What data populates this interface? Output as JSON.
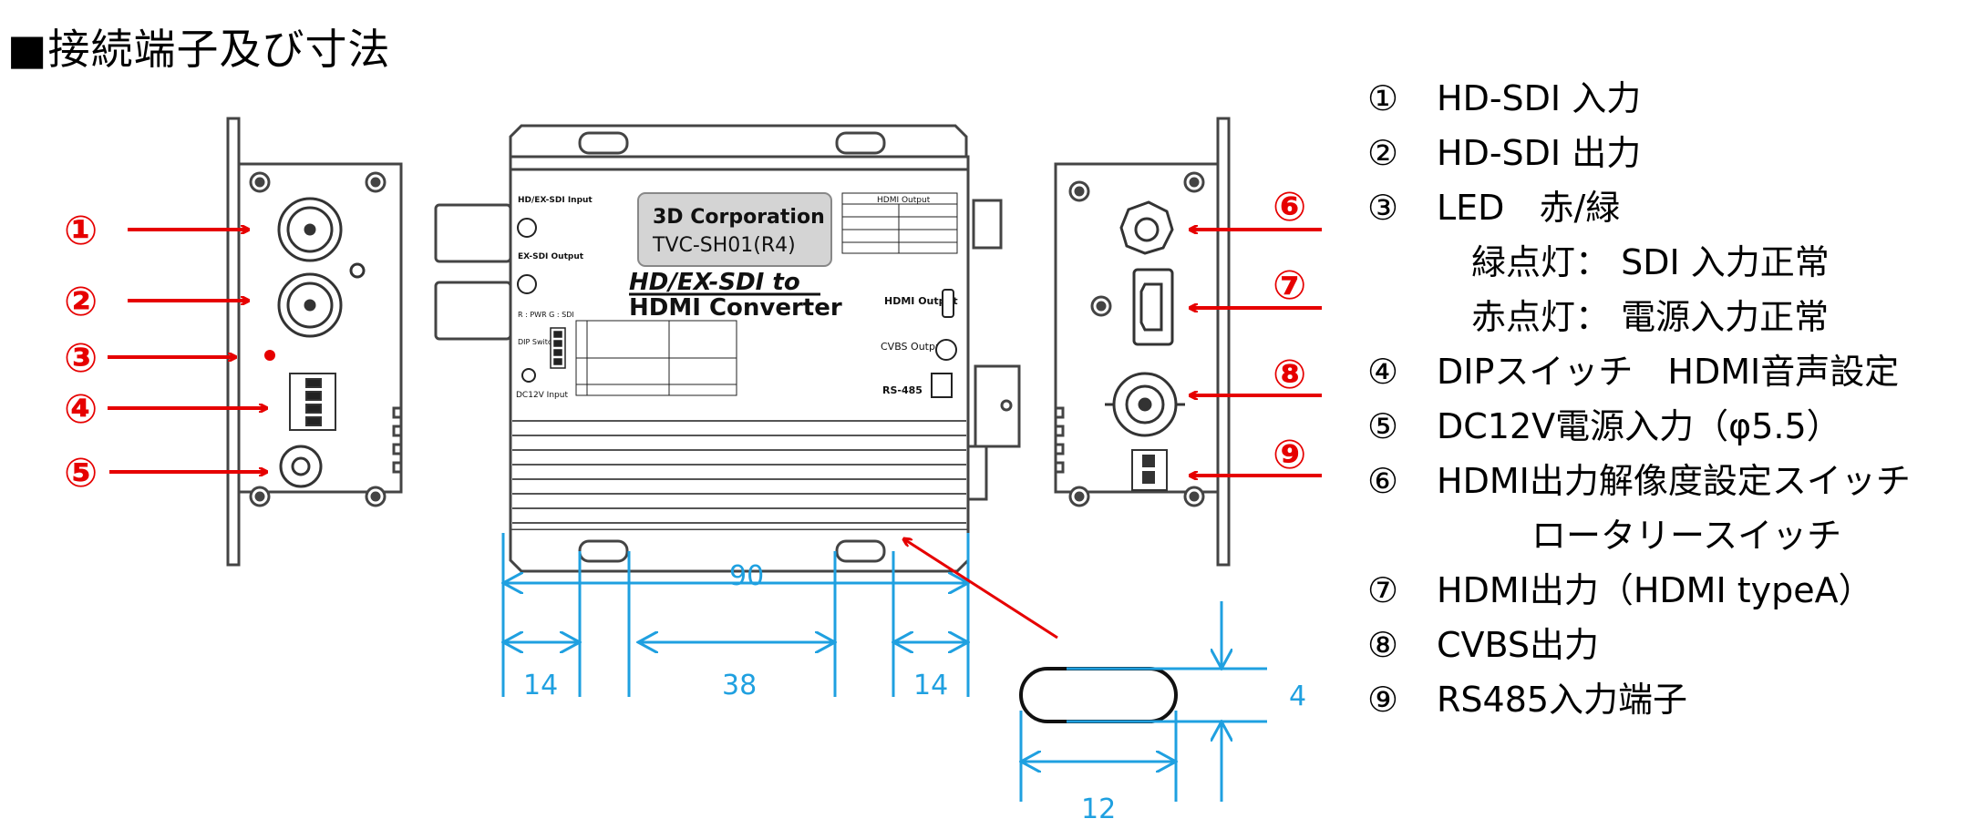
{
  "title": "■接続端子及び寸法",
  "callouts": {
    "left": [
      "①",
      "②",
      "③",
      "④",
      "⑤"
    ],
    "right": [
      "⑥",
      "⑦",
      "⑧",
      "⑨"
    ]
  },
  "device": {
    "corporation": "3D Corporation",
    "model": "TVC-SH01(R4)",
    "product_line1": "HD/EX-SDI to",
    "product_line2": "HDMI Converter",
    "port_input": "HD/EX-SDI Input",
    "port_output": "EX-SDI Output",
    "led_label": "R : PWR  G : SDI",
    "dip_label": "DIP Switch",
    "dc_label": "DC12V Input",
    "hdmi_out": "HDMI Output",
    "cvbs_out": "CVBS Output",
    "rs485": "RS-485",
    "hdmi_table_title": "HDMI Output"
  },
  "dimensions": {
    "total_width": "90",
    "left_margin": "14",
    "center_span": "38",
    "right_margin": "14",
    "slot_height": "4",
    "slot_width": "12"
  },
  "legend": [
    {
      "num": "①",
      "text": "HD-SDI 入力"
    },
    {
      "num": "②",
      "text": "HD-SDI 出力"
    },
    {
      "num": "③",
      "text": "LED　赤/緑"
    },
    {
      "num": "",
      "text": "緑点灯：  SDI 入力正常"
    },
    {
      "num": "",
      "text": "赤点灯：  電源入力正常"
    },
    {
      "num": "④",
      "text": "DIPスイッチ　HDMI音声設定"
    },
    {
      "num": "⑤",
      "text": "DC12V電源入力（φ5.5）"
    },
    {
      "num": "⑥",
      "text": "HDMI出力解像度設定スイッチ"
    },
    {
      "num": "",
      "text": "ロータリースイッチ"
    },
    {
      "num": "⑦",
      "text": "HDMI出力（HDMI typeA）"
    },
    {
      "num": "⑧",
      "text": "CVBS出力"
    },
    {
      "num": "⑨",
      "text": "RS485入力端子"
    }
  ],
  "colors": {
    "callout": "#e60000",
    "dimension": "#1fa0e0",
    "outline": "#444444"
  }
}
